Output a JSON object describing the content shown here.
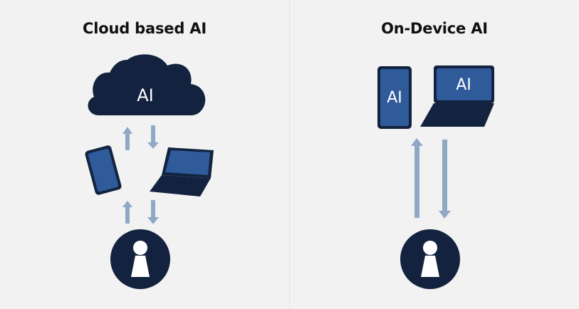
{
  "left_panel": {
    "title": "Cloud based AI",
    "cloud_label": "AI"
  },
  "right_panel": {
    "title": "On-Device AI",
    "phone_label": "AI",
    "laptop_label": "AI"
  },
  "colors": {
    "background": "#f2f2f2",
    "navy": "#13233f",
    "device_blue": "#2f5b9a",
    "arrow": "#8fa8c6",
    "white": "#ffffff"
  },
  "icons": {
    "cloud": "cloud-icon",
    "smartphone": "smartphone-icon",
    "laptop": "laptop-icon",
    "user": "user-icon",
    "up_arrow": "arrow-up-icon",
    "down_arrow": "arrow-down-icon"
  }
}
